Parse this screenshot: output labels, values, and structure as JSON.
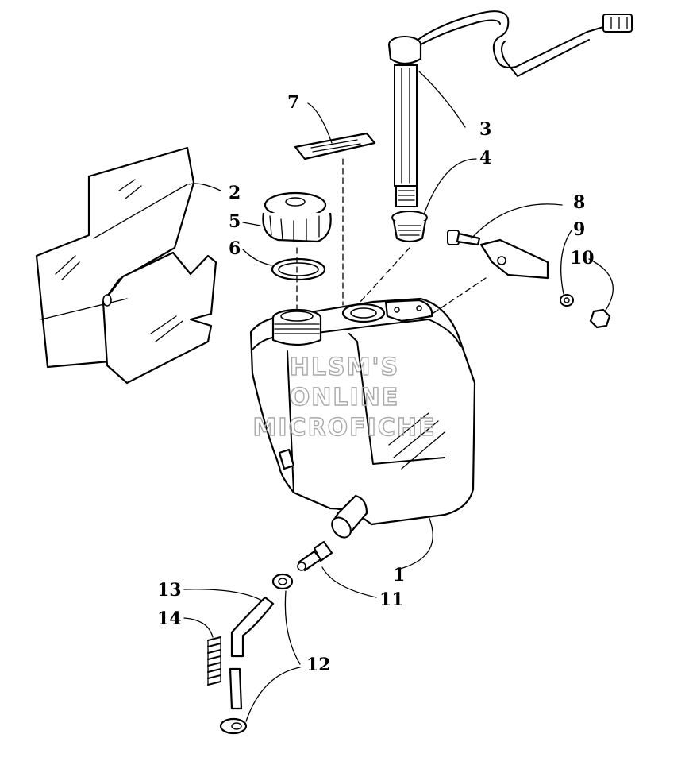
{
  "diagram": {
    "callouts": [
      "1",
      "2",
      "3",
      "4",
      "5",
      "6",
      "7",
      "8",
      "9",
      "10",
      "11",
      "12",
      "13",
      "14"
    ],
    "watermark": [
      "HLSM'S",
      "ONLINE",
      "MICROFICHE"
    ]
  }
}
